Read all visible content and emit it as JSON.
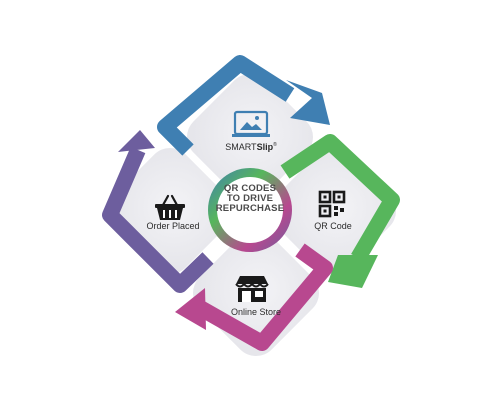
{
  "center": {
    "lines": [
      "QR CODES",
      "TO DRIVE",
      "REPURCHASE"
    ]
  },
  "steps": [
    {
      "brand_main": "SMART",
      "brand_bold": "Slip",
      "brand_mark": "®",
      "icon": "monitor-image-icon",
      "color": "#3f7fb2"
    },
    {
      "label": "QR Code",
      "icon": "qr-code-icon",
      "color": "#57b65c"
    },
    {
      "label": "Online Store",
      "icon": "storefront-icon",
      "color": "#b8488f"
    },
    {
      "label": "Order Placed",
      "icon": "shopping-basket-icon",
      "color": "#6d5e9e"
    }
  ]
}
